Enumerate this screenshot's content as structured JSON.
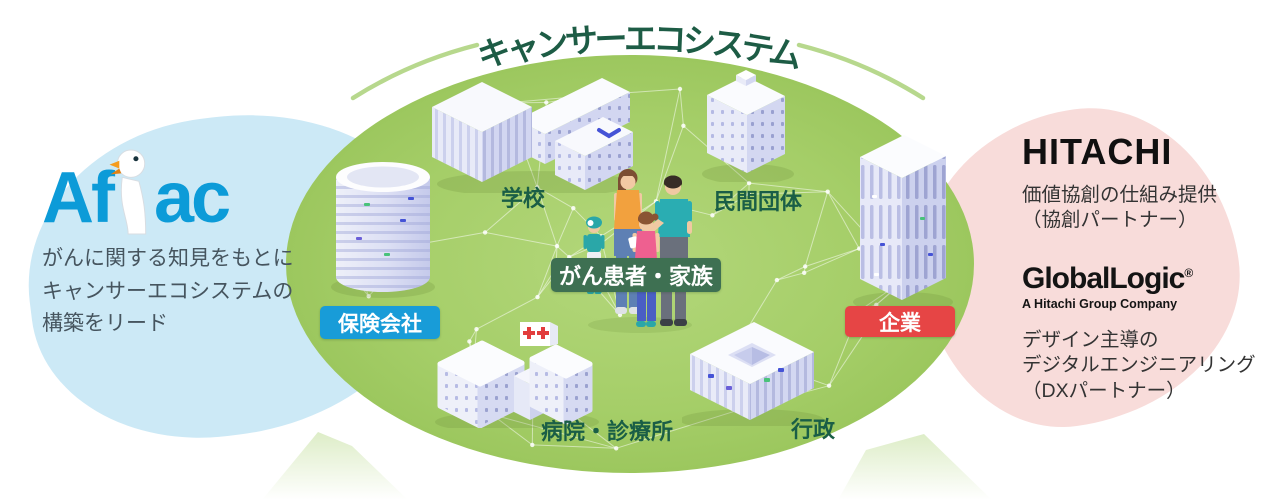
{
  "title": {
    "text": "キャンサーエコシステム",
    "color": "#1d5c45"
  },
  "ecosystem": {
    "center_label": "がん患者・家族",
    "center_label_bg": "#3e7052",
    "label_color": "#1a5e46",
    "field_color": "#a5ce68",
    "badge_colors": {
      "insurance": "#189cd8",
      "corporation": "#e64545"
    },
    "labels": {
      "school": "学校",
      "private_org": "民間団体",
      "insurance": "保険会社",
      "corporation": "企業",
      "hospital": "病院・診療所",
      "government": "行政"
    }
  },
  "aflac": {
    "logo_prefix": "Af",
    "logo_suffix": "ac",
    "logo_color": "#0c9bd8",
    "description": "がんに関する知見をもとに\nキャンサーエコシステムの\n構築をリード"
  },
  "hitachi": {
    "logo_text": "HITACHI",
    "description": "価値協創の仕組み提供\n（協創パートナー）"
  },
  "globallogic": {
    "logo_global": "Global",
    "logo_logic": "Logic",
    "registered_mark": "®",
    "subtitle": "A Hitachi Group Company",
    "description": "デザイン主導の\nデジタルエンジニアリング\n（DXパートナー）"
  }
}
